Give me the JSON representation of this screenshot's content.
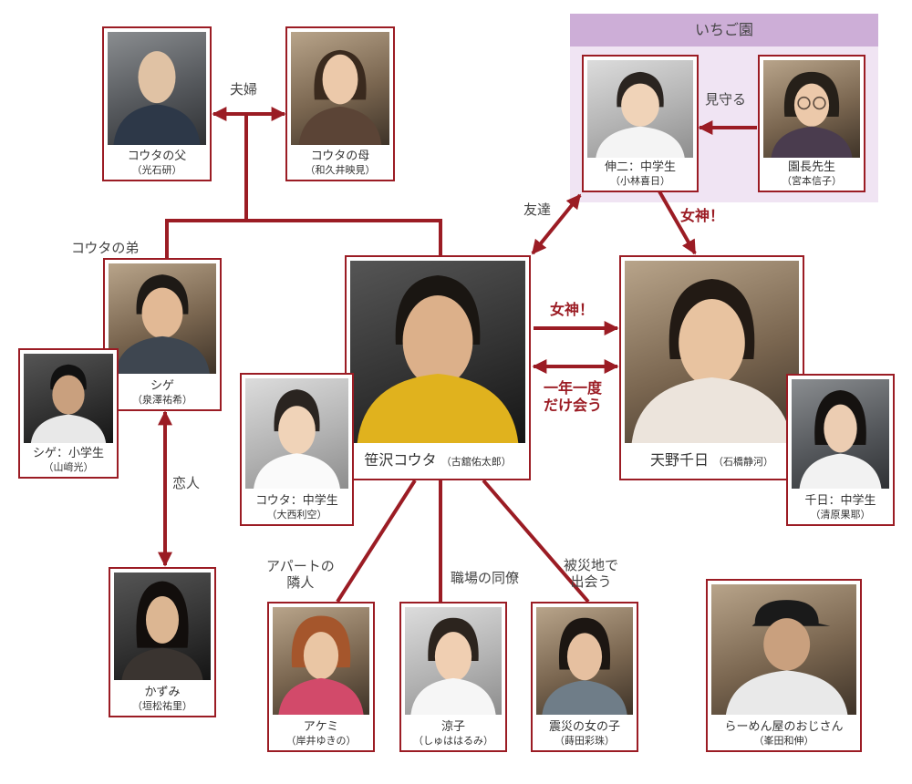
{
  "group": {
    "title": "いちご園"
  },
  "people": {
    "father": {
      "name": "コウタの父",
      "actor": "（光石研）"
    },
    "mother": {
      "name": "コウタの母",
      "actor": "（和久井映見）"
    },
    "shinji": {
      "name": "伸二：中学生",
      "actor": "（小林喜日）"
    },
    "director": {
      "name": "園長先生",
      "actor": "（宮本信子）"
    },
    "shige": {
      "name": "シゲ",
      "actor": "（泉澤祐希）"
    },
    "shige_kid": {
      "name": "シゲ：小学生",
      "actor": "（山﨑光）"
    },
    "kota": {
      "name": "笹沢コウタ",
      "actor": "（古舘佑太郎）"
    },
    "chihi": {
      "name": "天野千日",
      "actor": "（石橋静河）"
    },
    "kota_mid": {
      "name": "コウタ：中学生",
      "actor": "（大西利空）"
    },
    "chihi_mid": {
      "name": "千日：中学生",
      "actor": "（清原果耶）"
    },
    "kazumi": {
      "name": "かずみ",
      "actor": "（垣松祐里）"
    },
    "akemi": {
      "name": "アケミ",
      "actor": "（岸井ゆきの）"
    },
    "ryoko": {
      "name": "涼子",
      "actor": "（しゅははるみ）"
    },
    "girl": {
      "name": "震災の女の子",
      "actor": "（蒔田彩珠）"
    },
    "ramen": {
      "name": "らーめん屋のおじさん",
      "actor": "（峯田和伸）"
    }
  },
  "relations": {
    "couple": "夫婦",
    "watch": "見守る",
    "friend": "友達",
    "goddess_1": "女神！",
    "goddess_2": "女神！",
    "brother": "コウタの弟",
    "lovers": "恋人",
    "meet_line1": "一年一度",
    "meet_line2": "だけ会う",
    "apartment_line1": "アパートの",
    "apartment_line2": "隣人",
    "coworker": "職場の同僚",
    "disaster_line1": "被災地で",
    "disaster_line2": "出会う"
  },
  "colors": {
    "accent": "#9b1c24",
    "group_bg": "#f0e4f3",
    "group_head": "#cdaed7"
  }
}
